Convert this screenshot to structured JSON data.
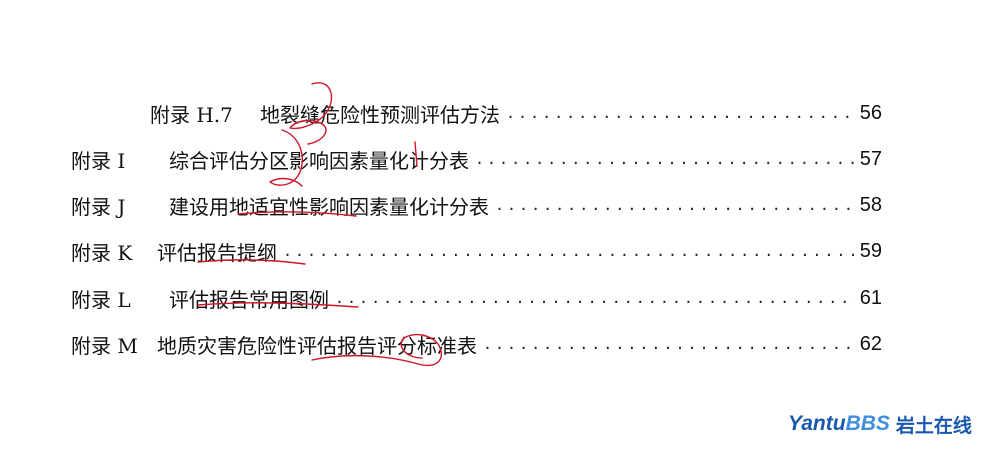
{
  "toc": {
    "entries": [
      {
        "code": "附录 H.7",
        "title": "地裂缝危险性预测评估方法",
        "page": "56"
      },
      {
        "code": "附录 I",
        "title": "综合评估分区影响因素量化计分表",
        "page": "57"
      },
      {
        "code": "附录 J",
        "title": "建设用地适宜性影响因素量化计分表",
        "page": "58"
      },
      {
        "code": "附录 K",
        "title": "评估报告提纲",
        "page": "59"
      },
      {
        "code": "附录 L",
        "title": "评估报告常用图例",
        "page": "61"
      },
      {
        "code": "附录 M",
        "title": "地质灾害危险性评估报告评分标准表",
        "page": "62"
      }
    ]
  },
  "watermark": {
    "part1": "Yantu",
    "part2": "BBS",
    "part3": "岩土在线"
  },
  "colors": {
    "ink": "#111111",
    "annotation": "#d0162a",
    "watermark_dark": "#1a58b0",
    "watermark_light": "#3f8fdc"
  }
}
